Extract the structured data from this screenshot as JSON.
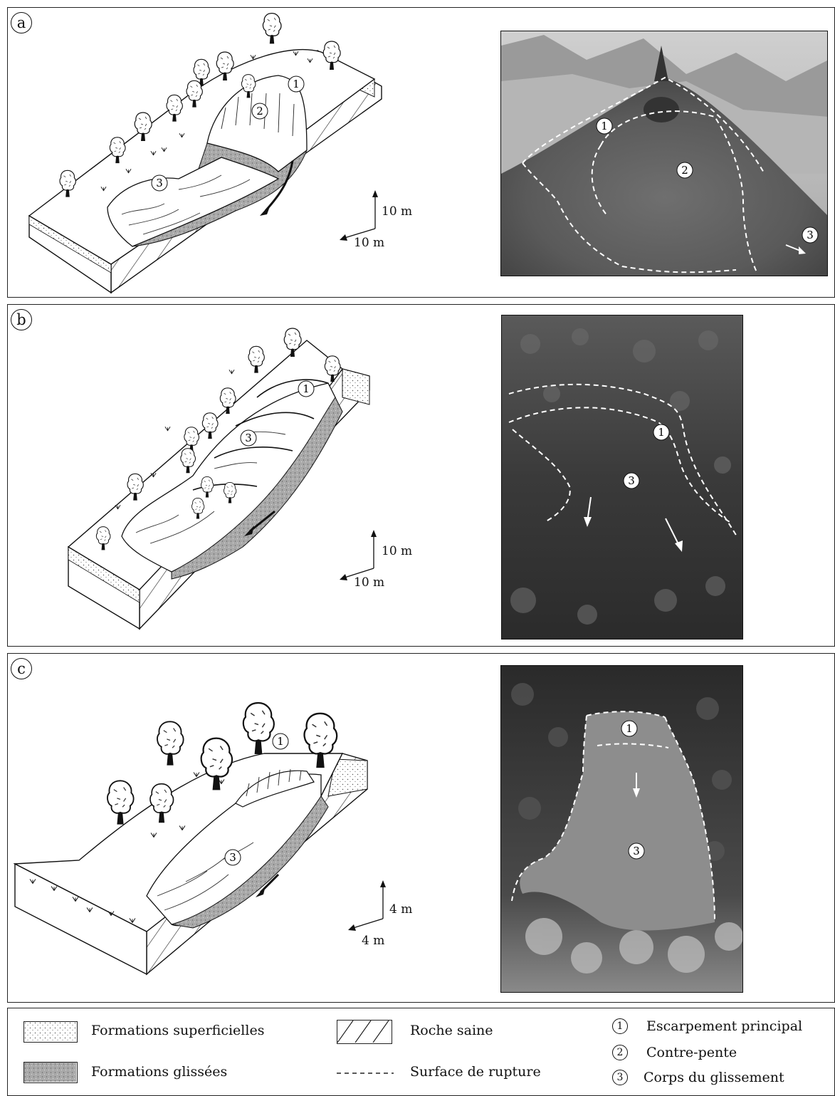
{
  "panels": [
    {
      "id": "a",
      "label": "a",
      "scale_v": "10 m",
      "scale_h": "10 m"
    },
    {
      "id": "b",
      "label": "b",
      "scale_v": "10 m",
      "scale_h": "10 m"
    },
    {
      "id": "c",
      "label": "c",
      "scale_v": "4 m",
      "scale_h": "4 m"
    }
  ],
  "markers": {
    "one": "1",
    "two": "2",
    "three": "3"
  },
  "legend": {
    "superficial": "Formations superficielles",
    "slipped": "Formations glissées",
    "bedrock": "Roche saine",
    "rupture": "Surface de rupture",
    "item1": "Escarpement principal",
    "item2": "Contre-pente",
    "item3": "Corps du glissement"
  }
}
